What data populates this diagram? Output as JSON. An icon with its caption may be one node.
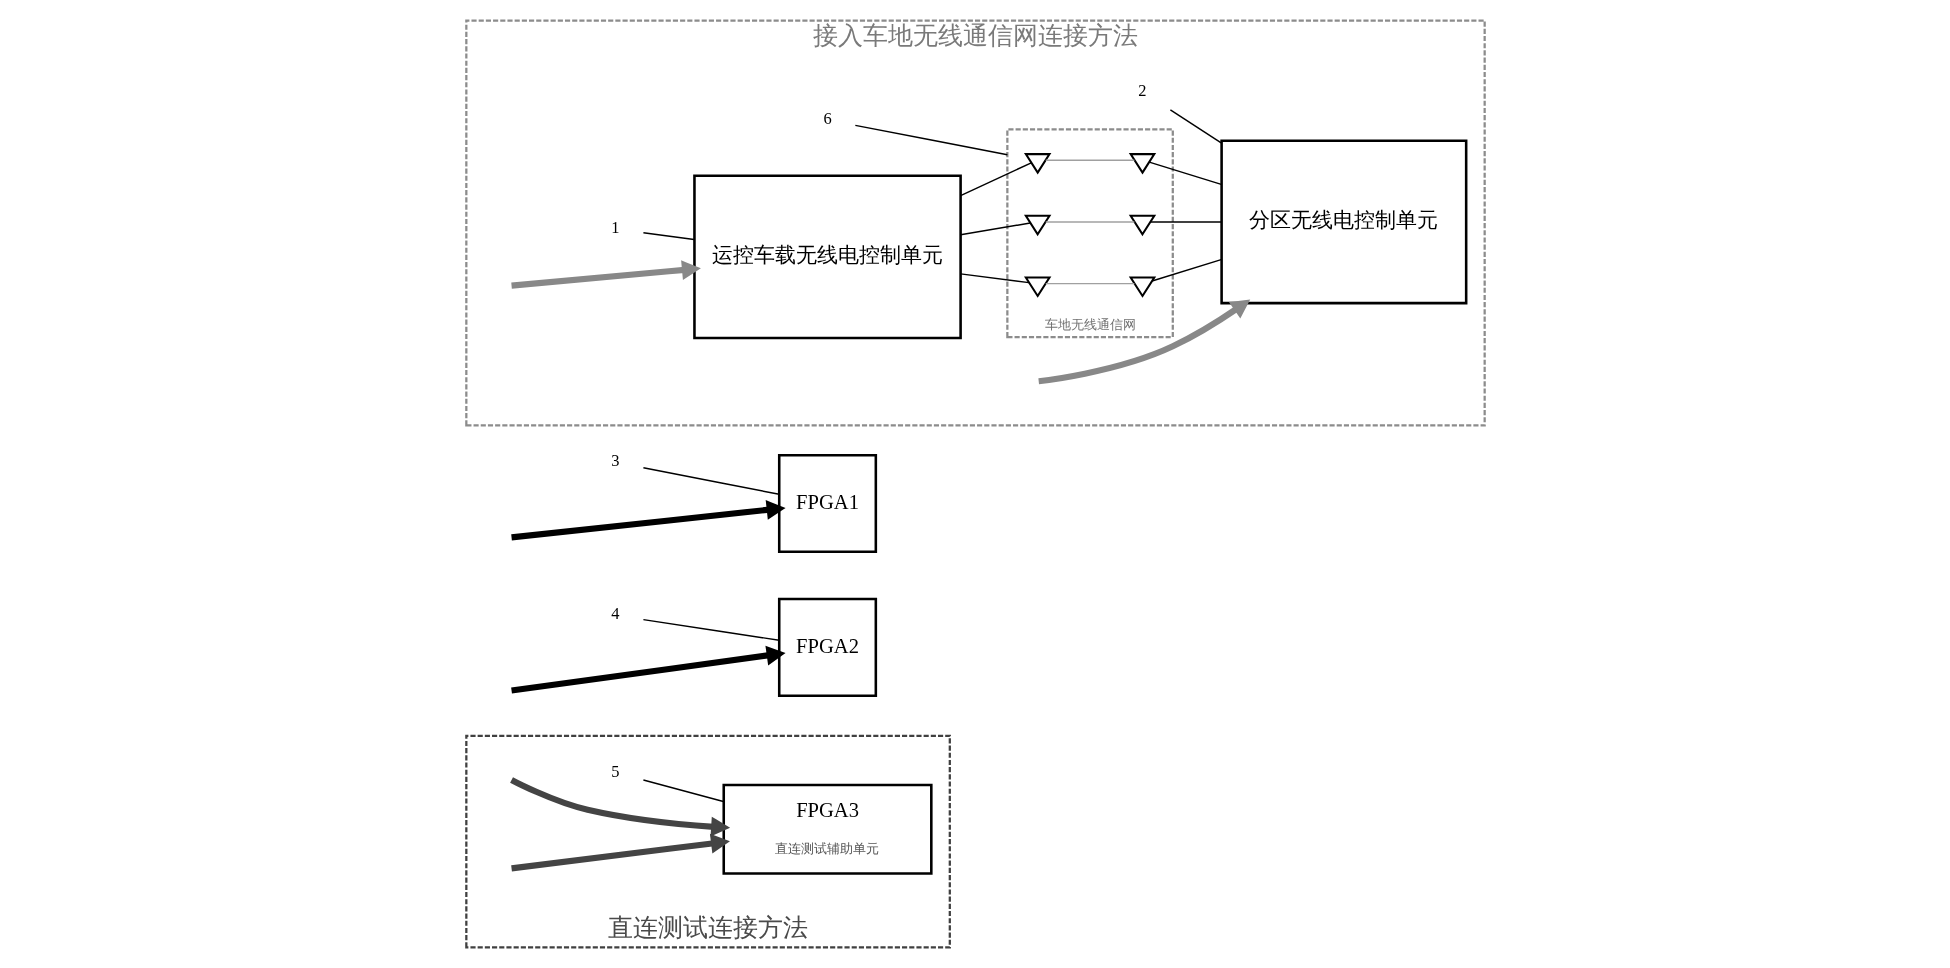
{
  "diagram": {
    "nodes": [
      {
        "text": [
          "接入车地无线通信网连接方法"
        ]
      },
      {
        "text": [
          "1"
        ],
        "in": 0
      },
      {
        "text": [
          "6"
        ],
        "in": 0
      },
      {
        "text": [
          "2"
        ],
        "in": 0
      },
      {
        "text": [
          "运控车载无线电控制单元"
        ],
        "in": 0
      },
      {
        "text": [
          "车地无线通信网"
        ],
        "in": 0
      },
      {
        "text": [],
        "shape": "antenna",
        "in": 5
      },
      {
        "text": [],
        "shape": "antenna",
        "in": 5
      },
      {
        "text": [],
        "shape": "antenna",
        "in": 5
      },
      {
        "text": [],
        "shape": "antenna",
        "in": 5
      },
      {
        "text": [],
        "shape": "antenna",
        "in": 5
      },
      {
        "text": [],
        "shape": "antenna",
        "in": 5
      },
      {
        "text": [
          "分区无线电控制单元"
        ],
        "in": 0
      },
      {
        "text": [
          "FPGA1"
        ]
      },
      {
        "text": [
          "FPGA2"
        ]
      },
      {
        "text": [
          "3"
        ]
      },
      {
        "text": [
          "4"
        ]
      },
      {
        "text": [
          "直连测试连接方法"
        ]
      },
      {
        "text": [
          "FPGA3",
          "直连测试辅助单元"
        ],
        "in": 17
      },
      {
        "text": [
          "5"
        ],
        "in": 17
      }
    ],
    "edges": [
      {
        "from": 1,
        "to": 4,
        "arrow": "none"
      },
      {
        "from": 2,
        "to": 5,
        "arrow": "none"
      },
      {
        "from": 3,
        "to": 12,
        "arrow": "none"
      },
      {
        "from": 4,
        "to": 6,
        "arrow": "none"
      },
      {
        "from": 4,
        "to": 8,
        "arrow": "none"
      },
      {
        "from": 4,
        "to": 10,
        "arrow": "none"
      },
      {
        "from": 6,
        "to": 7,
        "arrow": "none",
        "color": "#a0a0a0"
      },
      {
        "from": 8,
        "to": 9,
        "arrow": "none",
        "color": "#a0a0a0"
      },
      {
        "from": 10,
        "to": 11,
        "arrow": "none",
        "color": "#a0a0a0"
      },
      {
        "from": 7,
        "to": 12,
        "arrow": "none"
      },
      {
        "from": 9,
        "to": 12,
        "arrow": "none"
      },
      {
        "from": 11,
        "to": 12,
        "arrow": "none"
      },
      {
        "from": null,
        "to": 4,
        "arrow": "to",
        "style": "thick",
        "color": "#888888"
      },
      {
        "from": null,
        "to": 13,
        "arrow": "to",
        "style": "thick"
      },
      {
        "from": null,
        "to": 18,
        "arrow": "to",
        "style": "thick",
        "color": "#444444"
      },
      {
        "from": null,
        "to": 12,
        "arrow": "to",
        "style": "thick",
        "color": "#888888"
      },
      {
        "from": null,
        "to": 14,
        "arrow": "to",
        "style": "thick"
      },
      {
        "from": null,
        "to": 18,
        "arrow": "to",
        "style": "thick",
        "color": "#444444"
      },
      {
        "from": 15,
        "to": 13,
        "arrow": "none"
      },
      {
        "from": 16,
        "to": 14,
        "arrow": "none"
      },
      {
        "from": 19,
        "to": 18,
        "arrow": "none"
      }
    ]
  }
}
